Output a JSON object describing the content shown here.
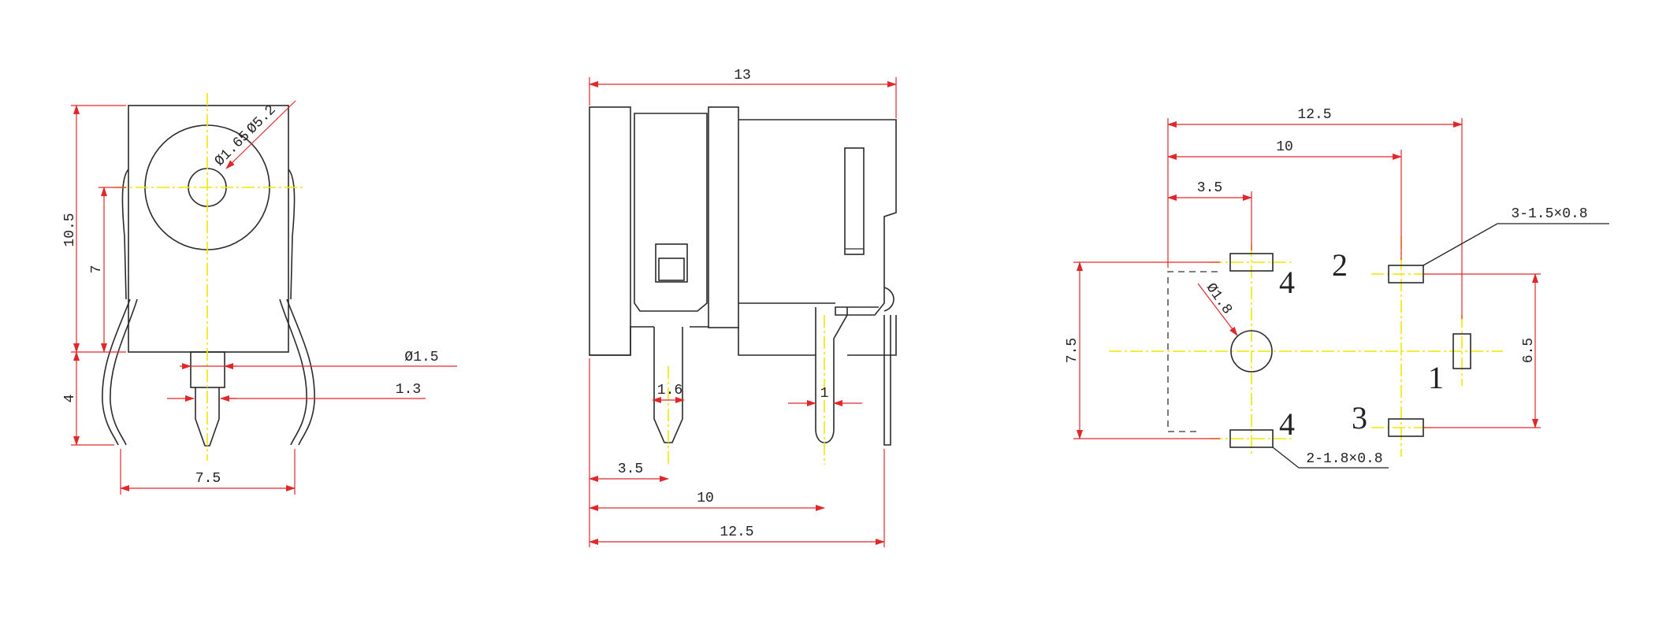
{
  "front_view": {
    "height_total": "10.5",
    "height_center": "7",
    "pin_length": "4",
    "pin_spacing": "7.5",
    "dia_outer": "Ø5.2",
    "dia_inner": "Ø1.65",
    "pin_dia": "Ø1.5",
    "pin_tip": "1.3"
  },
  "side_view": {
    "length_total": "13",
    "pin_width_a": "1.6",
    "pin_width_b": "1",
    "offset_a": "3.5",
    "offset_b": "10",
    "offset_c": "12.5"
  },
  "footprint": {
    "width_total": "12.5",
    "width_mid": "10",
    "width_near": "3.5",
    "height_left": "7.5",
    "height_right": "6.5",
    "hole_dia": "Ø1.8",
    "slot_spec_a": "3-1.5×0.8",
    "slot_spec_b": "2-1.8×0.8",
    "pins": {
      "p1": "1",
      "p2": "2",
      "p3": "3",
      "p4_top": "4",
      "p4_bottom": "4"
    }
  }
}
